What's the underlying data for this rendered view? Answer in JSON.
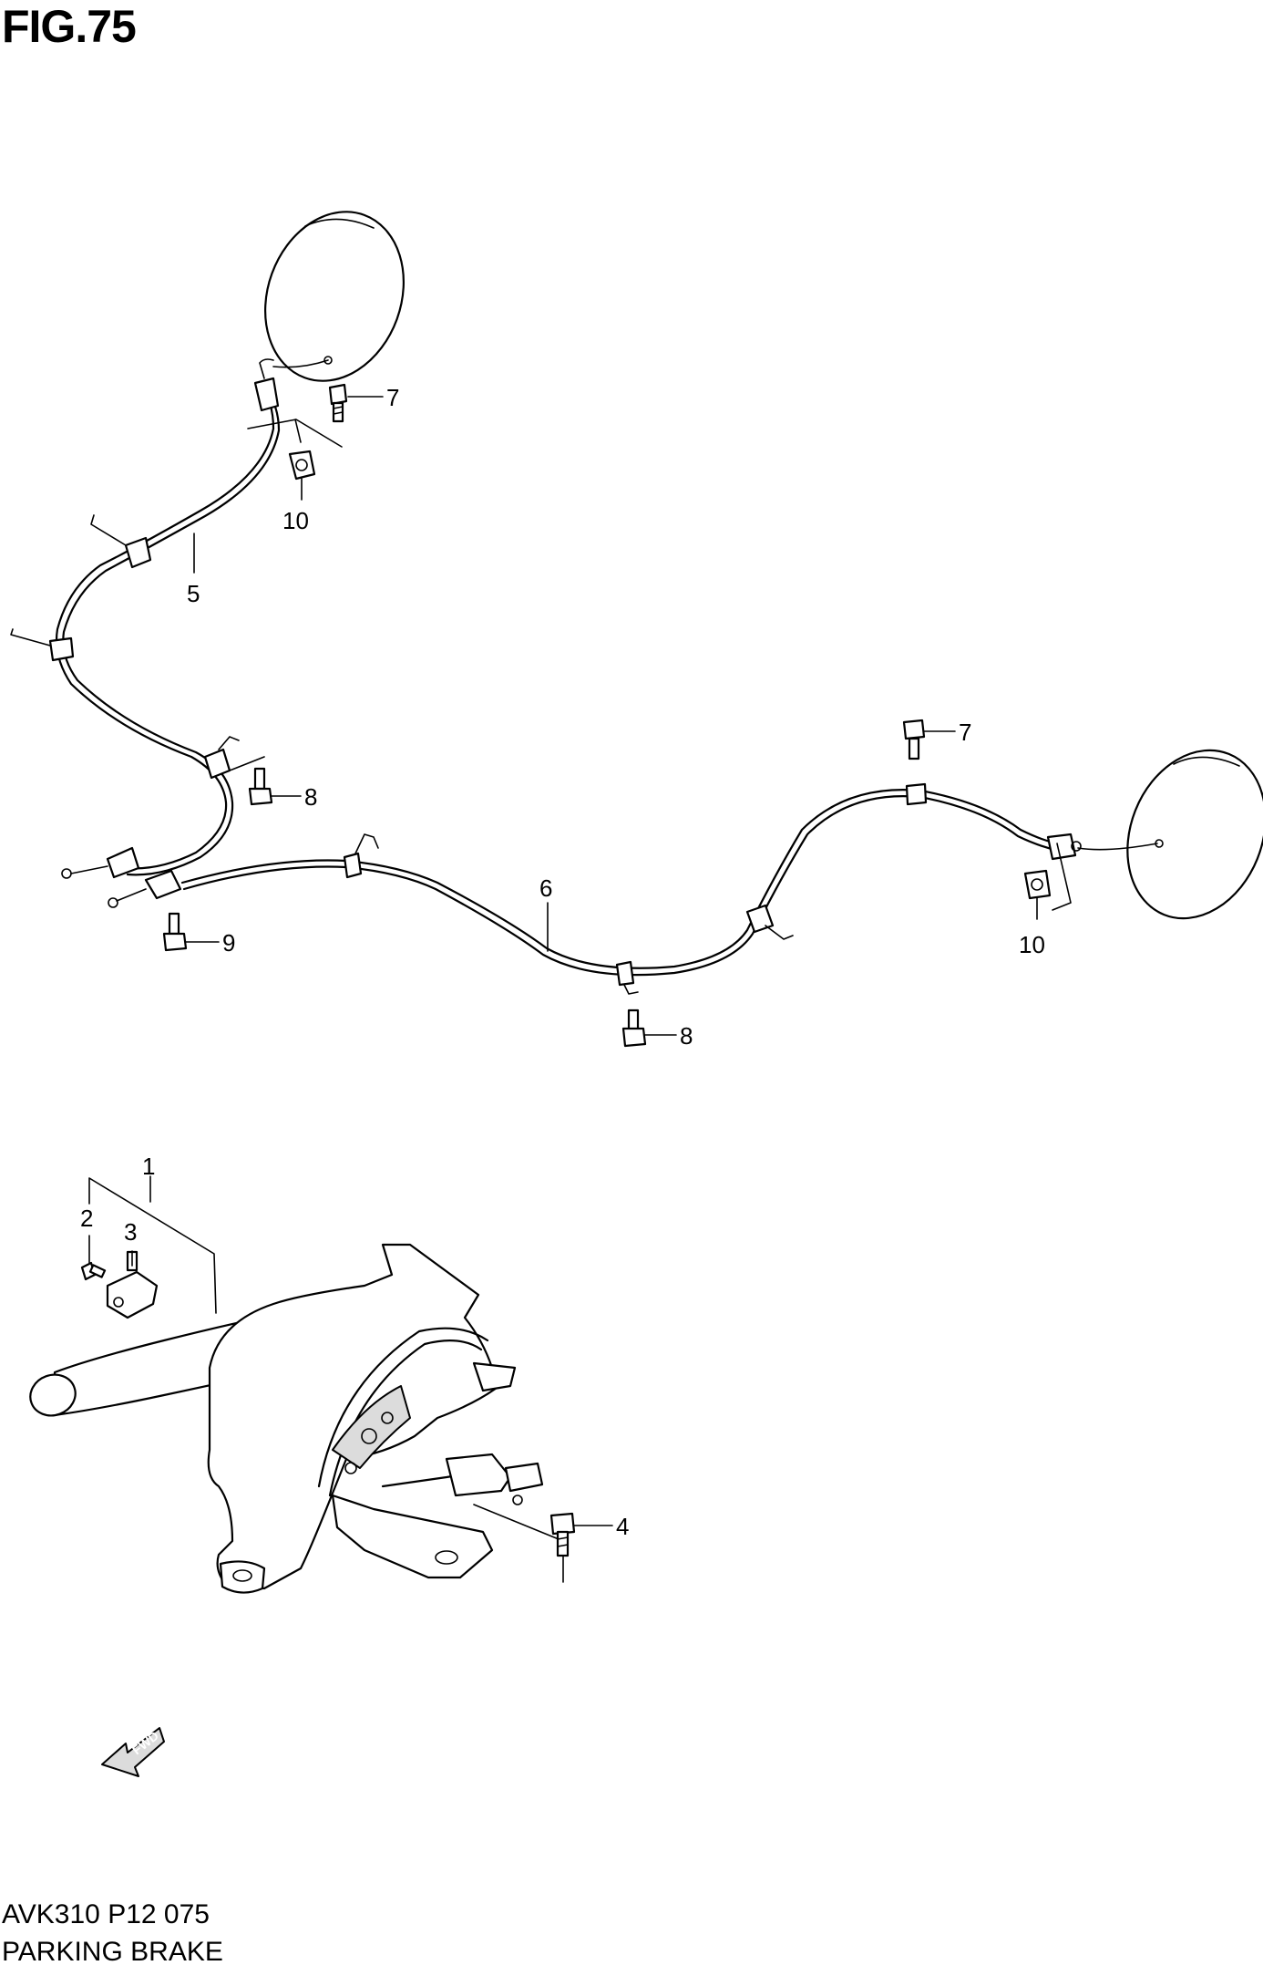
{
  "header": {
    "title": "FIG.75"
  },
  "footer": {
    "code": "AVK310 P12 075",
    "caption": "PARKING BRAKE"
  },
  "callouts": [
    {
      "id": "7a",
      "label": "7"
    },
    {
      "id": "10a",
      "label": "10"
    },
    {
      "id": "5",
      "label": "5"
    },
    {
      "id": "8a",
      "label": "8"
    },
    {
      "id": "9",
      "label": "9"
    },
    {
      "id": "6",
      "label": "6"
    },
    {
      "id": "7b",
      "label": "7"
    },
    {
      "id": "10b",
      "label": "10"
    },
    {
      "id": "8b",
      "label": "8"
    },
    {
      "id": "1",
      "label": "1"
    },
    {
      "id": "2",
      "label": "2"
    },
    {
      "id": "3",
      "label": "3"
    },
    {
      "id": "4",
      "label": "4"
    }
  ],
  "direction_arrow": {
    "label": "FWD"
  }
}
